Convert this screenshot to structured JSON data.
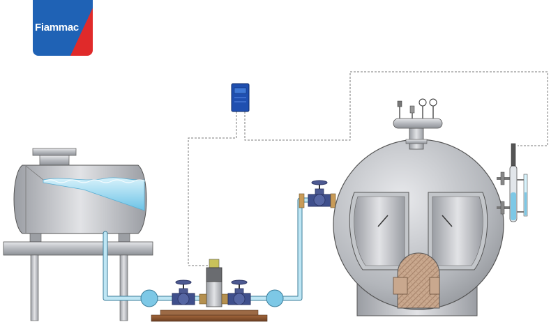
{
  "brand": {
    "name": "Fiammac",
    "colors": {
      "blue": "#1f62b5",
      "red": "#e02a2a"
    }
  },
  "diagram": {
    "components": [
      {
        "id": "feed-water-tank",
        "icon": "horizontal-tank-icon"
      },
      {
        "id": "level-controller",
        "icon": "control-box-icon"
      },
      {
        "id": "feed-pump",
        "icon": "pump-icon"
      },
      {
        "id": "isolation-valve-1",
        "icon": "globe-valve-icon"
      },
      {
        "id": "isolation-valve-2",
        "icon": "globe-valve-icon"
      },
      {
        "id": "boiler-inlet-valve",
        "icon": "globe-valve-icon"
      },
      {
        "id": "steam-boiler",
        "icon": "fire-tube-boiler-icon"
      },
      {
        "id": "steam-header",
        "icon": "manifold-icon"
      },
      {
        "id": "level-gauge",
        "icon": "sight-glass-icon"
      },
      {
        "id": "level-probe",
        "icon": "sensor-icon"
      }
    ],
    "colors": {
      "steel": "#b9bcc1",
      "water": "#8fd3ec",
      "pipe": "#bfe6f4",
      "valve": "#3f4f8c",
      "wood": "#8a5530",
      "signal": "#7a7a7a"
    }
  }
}
